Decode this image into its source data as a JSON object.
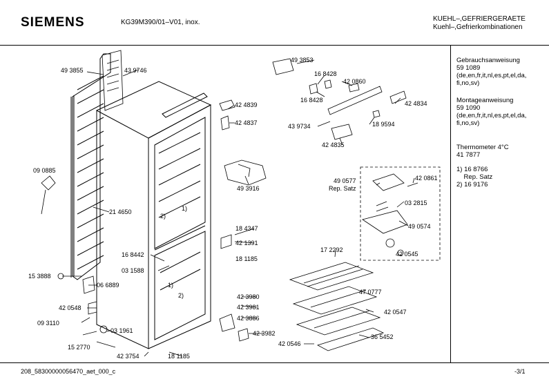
{
  "header": {
    "brand": "SIEMENS",
    "model": "KG39M390/01–V01, inox.",
    "category_line1": "KUEHL–,GEFRIERGERAETE",
    "category_line2": "Kuehl–,Gefrierkombinationen"
  },
  "side_notes": {
    "block1": "Gebrauchsanweisung\n59 1089\n(de,en,fr,it,nl,es,pt,el,da,\nfi,no,sv)",
    "block2": "Montageanweisung\n59 1090\n(de,en,fr,it,nl,es,pt,el,da,\nfi,no,sv)",
    "block3": "Thermometer 4°C\n41 7877",
    "block4": "1) 16 8766\n    Rep. Satz\n2) 16 9176"
  },
  "parts": [
    {
      "id": "p1",
      "label": "49 3855"
    },
    {
      "id": "p2",
      "label": "43 9746"
    },
    {
      "id": "p3",
      "label": "49 3853"
    },
    {
      "id": "p4",
      "label": "16 8428"
    },
    {
      "id": "p5",
      "label": "42 0860"
    },
    {
      "id": "p6",
      "label": "16 8428"
    },
    {
      "id": "p7",
      "label": "42 4839"
    },
    {
      "id": "p8",
      "label": "42 4834"
    },
    {
      "id": "p9",
      "label": "42 4837"
    },
    {
      "id": "p10",
      "label": "43 9734"
    },
    {
      "id": "p11",
      "label": "18 9594"
    },
    {
      "id": "p12",
      "label": "42 4835"
    },
    {
      "id": "p13",
      "label": "09 0885"
    },
    {
      "id": "p14",
      "label": "49 3916"
    },
    {
      "id": "p15",
      "label": "42 0861"
    },
    {
      "id": "p16",
      "label": "49 0577\nRep. Satz"
    },
    {
      "id": "p17",
      "label": "21 4650"
    },
    {
      "id": "p18",
      "label": "03 2815"
    },
    {
      "id": "p19",
      "label": "2)"
    },
    {
      "id": "p20",
      "label": "1)"
    },
    {
      "id": "p21",
      "label": "49 0574"
    },
    {
      "id": "p22",
      "label": "18 4347"
    },
    {
      "id": "p23",
      "label": "42 1391"
    },
    {
      "id": "p24",
      "label": "16 8442"
    },
    {
      "id": "p25",
      "label": "18 1185"
    },
    {
      "id": "p26",
      "label": "42 0545"
    },
    {
      "id": "p27",
      "label": "03 1588"
    },
    {
      "id": "p28",
      "label": "17 2292"
    },
    {
      "id": "p29",
      "label": "15 3888"
    },
    {
      "id": "p30",
      "label": "06 6889"
    },
    {
      "id": "p31",
      "label": "1)"
    },
    {
      "id": "p32",
      "label": "47 0777"
    },
    {
      "id": "p33",
      "label": "2)"
    },
    {
      "id": "p34",
      "label": "42 3980"
    },
    {
      "id": "p35",
      "label": "42 3981"
    },
    {
      "id": "p36",
      "label": "42 0548"
    },
    {
      "id": "p37",
      "label": "42 0547"
    },
    {
      "id": "p38",
      "label": "42 3886"
    },
    {
      "id": "p39",
      "label": "09 3110"
    },
    {
      "id": "p40",
      "label": "03 1961"
    },
    {
      "id": "p41",
      "label": "42 3982"
    },
    {
      "id": "p42",
      "label": "36 5452"
    },
    {
      "id": "p43",
      "label": "15 2770"
    },
    {
      "id": "p44",
      "label": "42 0546"
    },
    {
      "id": "p45",
      "label": "42 3754"
    },
    {
      "id": "p46",
      "label": "18 1185"
    }
  ],
  "footer": {
    "doc_id": "208_58300000056470_aet_000_c",
    "page": "-3/1"
  }
}
